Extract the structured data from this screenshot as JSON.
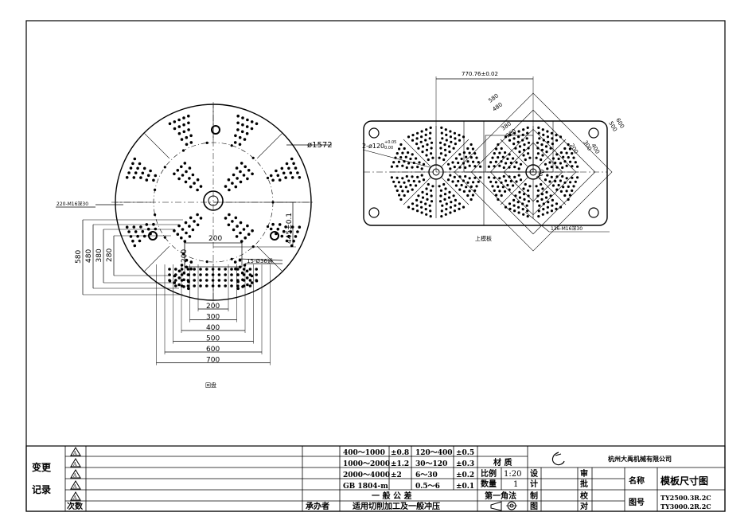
{
  "round_plate": {
    "caption": "回盘",
    "diameter_label": "ø1572",
    "outer_holes_label": "220-M16深30",
    "inner_holes_label": "15-Ø36通",
    "dim_445_label": "445±0.1",
    "vertical_dims": [
      "580",
      "480",
      "380",
      "280"
    ],
    "bottom_dims": [
      "200",
      "300",
      "400",
      "500",
      "600",
      "700"
    ],
    "small_dim_horizontal": "200",
    "small_dim_vertical": "200"
  },
  "upper_plate": {
    "caption": "上模板",
    "center_dist_label": "770.76±0.02",
    "bore_label_main": "2-ø120",
    "bore_tol_upper": "+0.05",
    "bore_tol_lower": "0.00",
    "holes_label": "136-M16深30",
    "diag_outer_dims": [
      "580",
      "480"
    ],
    "diag_inner_dims": [
      "380",
      "280"
    ],
    "side_outer_dims": [
      "600",
      "500"
    ],
    "side_inner_dims": [
      "400",
      "300"
    ],
    "small_dims": [
      "200",
      "200"
    ]
  },
  "title_block": {
    "change_label": "变更",
    "record_label": "记录",
    "revision_marks": [
      "A",
      "A",
      "A",
      "A",
      "A"
    ],
    "column_seq": "次数",
    "column_handler": "承办者",
    "tolerance_rows": [
      [
        "400～1000",
        "±0.8",
        "120～400",
        "±0.5"
      ],
      [
        "1000～2000",
        "±1.2",
        "30～120",
        "±0.3"
      ],
      [
        "2000～4000",
        "±2",
        "6～30",
        "±0.2"
      ],
      [
        "GB 1804-m",
        "",
        "0.5～6",
        "±0.1"
      ]
    ],
    "general_tol_title": "一 般 公 差",
    "general_tol_note": "适用切削加工及一般冲压",
    "material_label": "材 质",
    "scale_label": "比例",
    "scale_value": "1:20",
    "quantity_label": "数量",
    "quantity_value": "1",
    "projection_label": "第一角法",
    "design_label": "设计",
    "draw_label": "制图",
    "review_label": "审批",
    "check_label": "校对",
    "company": "杭州大禹机械有限公司",
    "name_label": "名称",
    "name_value": "模板尺寸图",
    "drawing_no_label": "图号",
    "drawing_no_1": "TY2500.3R.2C",
    "drawing_no_2": "TY3000.2R.2C"
  }
}
